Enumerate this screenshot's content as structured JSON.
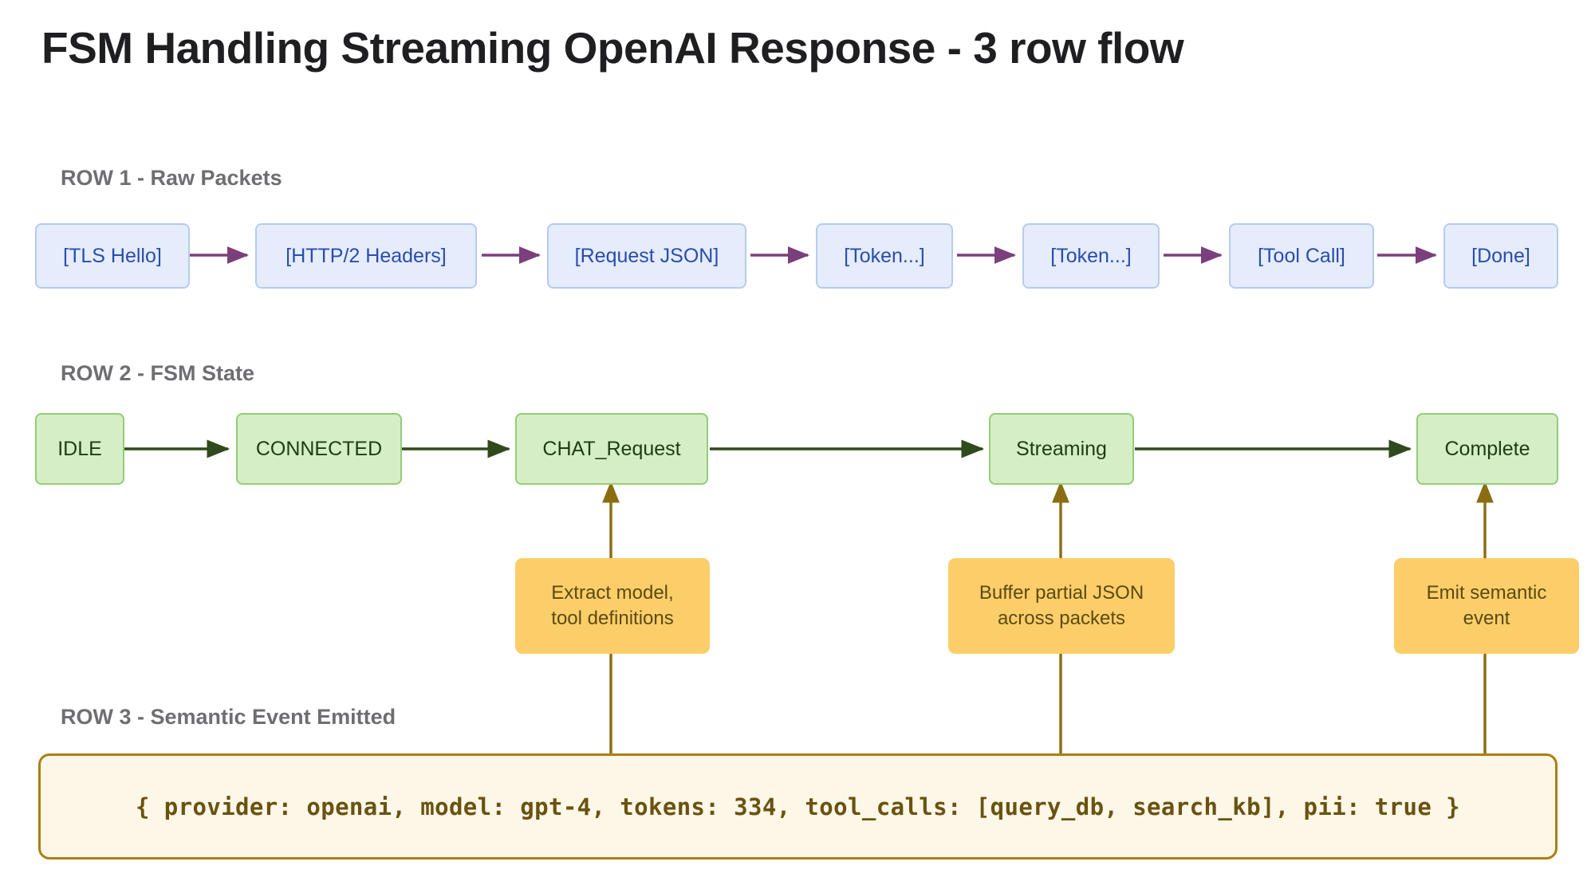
{
  "title": "FSM Handling Streaming OpenAI Response - 3 row flow",
  "colors": {
    "packet_fill": "#e5ecfb",
    "packet_border": "#b7cbef",
    "packet_text": "#2a4cb0",
    "packet_arrow": "#7b3f7e",
    "state_fill": "#d6eec6",
    "state_border": "#92cd78",
    "state_text": "#1d3c16",
    "state_arrow": "#2f4a1c",
    "note_fill": "#fbce6a",
    "note_text": "#5c4a10",
    "note_arrow": "#8a6d12",
    "event_fill": "#fdf7e7",
    "event_border": "#ad7f12",
    "event_text": "#6a5211",
    "row_label_text": "#6e6e72",
    "title_text": "#1f1f22"
  },
  "rows": {
    "row1": {
      "label": "ROW 1 - Raw Packets",
      "nodes": [
        {
          "label": "[TLS Hello]"
        },
        {
          "label": "[HTTP/2 Headers]"
        },
        {
          "label": "[Request JSON]"
        },
        {
          "label": "[Token...]"
        },
        {
          "label": "[Token...]"
        },
        {
          "label": "[Tool Call]"
        },
        {
          "label": "[Done]"
        }
      ]
    },
    "row2": {
      "label": "ROW 2 - FSM State",
      "nodes": [
        {
          "label": "IDLE"
        },
        {
          "label": "CONNECTED"
        },
        {
          "label": "CHAT_Request"
        },
        {
          "label": "Streaming"
        },
        {
          "label": "Complete"
        }
      ]
    },
    "row3": {
      "label": "ROW 3 - Semantic Event Emitted",
      "event": "{ provider: openai, model: gpt-4, tokens: 334, tool_calls: [query_db, search_kb], pii: true }"
    }
  },
  "notes": [
    {
      "line1": "Extract model,",
      "line2": "tool definitions",
      "target": "CHAT_Request"
    },
    {
      "line1": "Buffer partial JSON",
      "line2": "across packets",
      "target": "Streaming"
    },
    {
      "line1": "Emit semantic",
      "line2": "event",
      "target": "Complete"
    }
  ]
}
